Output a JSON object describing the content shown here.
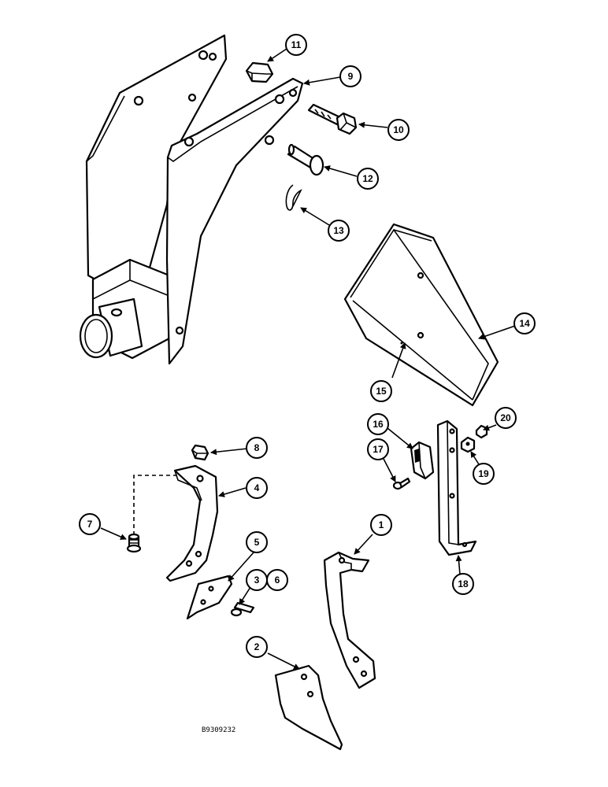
{
  "diagram": {
    "drawing_number": "B9309232",
    "callouts": [
      "1",
      "2",
      "3",
      "4",
      "5",
      "6",
      "7",
      "8",
      "9",
      "10",
      "11",
      "12",
      "13",
      "14",
      "15",
      "16",
      "17",
      "18",
      "19",
      "20"
    ]
  }
}
